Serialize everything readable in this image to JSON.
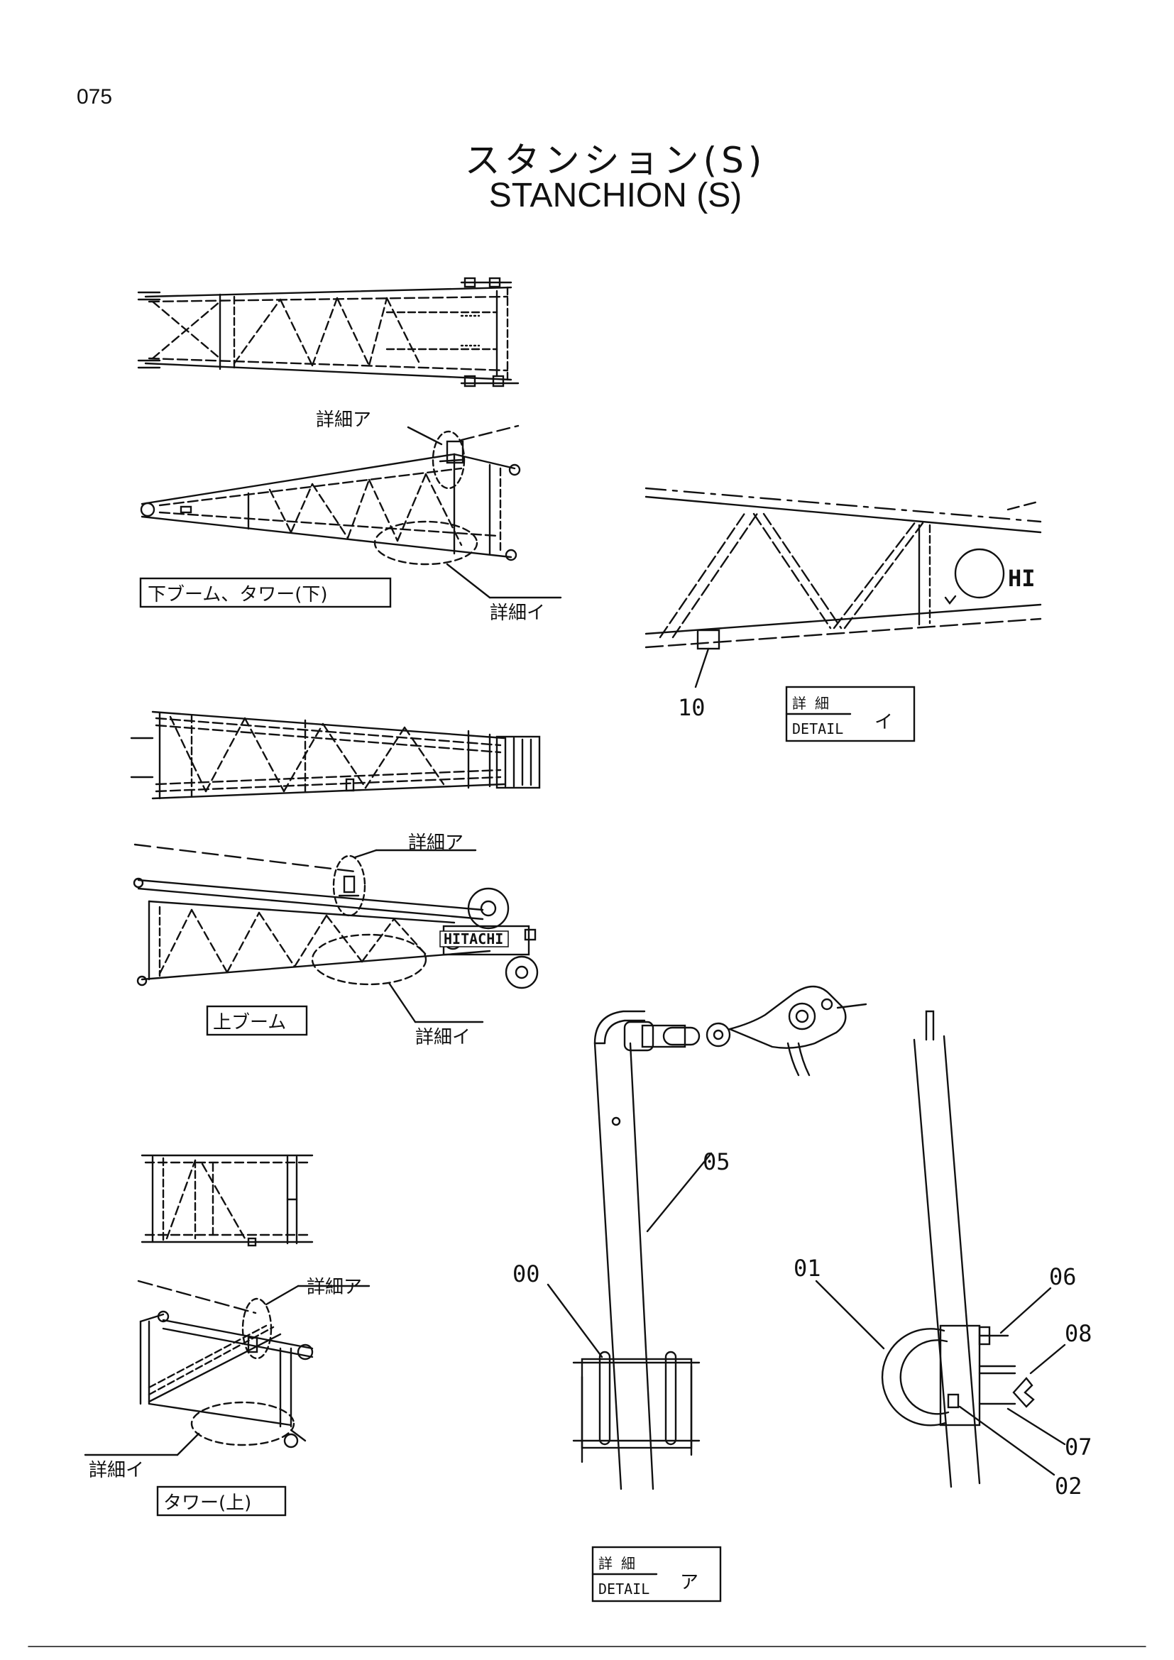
{
  "page_number": "075",
  "title_jp": "スタンション(S)",
  "title_en": "STANCHION (S)",
  "view_labels": {
    "lower_boom": "下ブーム、タワー(下)",
    "upper_boom": "上ブーム",
    "upper_tower": "タワー(上)"
  },
  "detail_callouts": {
    "a": "詳細ア",
    "i": "詳細イ"
  },
  "detail_boxes": {
    "i": {
      "jp": "詳  細",
      "en": "DETAIL",
      "letter": "イ"
    },
    "a": {
      "jp": "詳  細",
      "en": "DETAIL",
      "letter": "ア"
    }
  },
  "part_numbers": [
    "10",
    "05",
    "00",
    "01",
    "06",
    "08",
    "07",
    "02"
  ],
  "badge_text": "HITACHI",
  "badge_partial": "HI"
}
